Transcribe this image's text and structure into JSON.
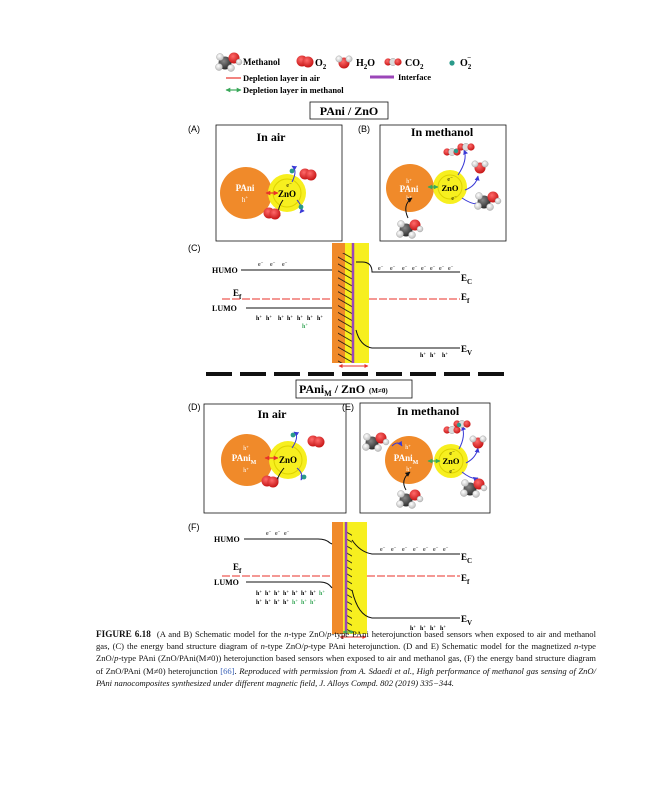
{
  "legend": {
    "methanol": "Methanol",
    "o2": "O",
    "o2_sub": "2",
    "h2o": "H",
    "h2o_sub": "2",
    "h2o_tail": "O",
    "co2": "CO",
    "co2_sub": "2",
    "o2minus": "O",
    "o2minus_sub": "2",
    "o2minus_sup": "−",
    "depletion_air": "Depletion layer in air",
    "depletion_methanol": "Depletion layer in methanol",
    "interface": "Interface"
  },
  "colors": {
    "pani": "#f08a2a",
    "zno": "#f7ef1f",
    "depletion_air": "#e8322a",
    "depletion_methanol": "#3aa85a",
    "interface": "#9b46b8",
    "arrow_blue": "#3a3ad6",
    "ref_blue": "#3a62b8"
  },
  "section1": {
    "title": "PAni / ZnO",
    "panel_a": {
      "label": "(A)",
      "heading": "In air",
      "pani": "PAni",
      "zno": "ZnO",
      "h": "h",
      "h_sup": "+",
      "e": "e",
      "e_sup": "−"
    },
    "panel_b": {
      "label": "(B)",
      "heading": "In methanol",
      "pani": "PAni",
      "zno": "ZnO",
      "h": "h",
      "h_sup": "+",
      "e": "e",
      "e_sup": "−"
    },
    "panel_c": {
      "label": "(C)",
      "humo": "HUMO",
      "ef": "E",
      "ef_sub": "f",
      "lumo": "LUMO",
      "ec": "E",
      "ec_sub": "C",
      "ef_right": "E",
      "ef_right_sub": "f",
      "ev": "E",
      "ev_sub": "V",
      "e": "e",
      "e_sup": "−",
      "h": "h",
      "h_sup": "+"
    }
  },
  "section2": {
    "title_main": "PAni",
    "title_sub": "M",
    "title_tail": " / ZnO",
    "title_cond": "(M≠0)",
    "panel_d": {
      "label": "(D)",
      "heading": "In air",
      "pani": "PAni",
      "pani_sub": "M",
      "zno": "ZnO",
      "h": "h",
      "h_sup": "+"
    },
    "panel_e": {
      "label": "(E)",
      "heading": "In methanol",
      "pani": "PAni",
      "pani_sub": "M",
      "zno": "ZnO",
      "h": "h",
      "h_sup": "+",
      "e": "e",
      "e_sup": "−"
    },
    "panel_f": {
      "label": "(F)",
      "humo": "HUMO",
      "ef": "E",
      "ef_sub": "f",
      "lumo": "LUMO",
      "ec": "E",
      "ec_sub": "C",
      "ef_right": "E",
      "ef_right_sub": "f",
      "ev": "E",
      "ev_sub": "V",
      "e": "e",
      "e_sup": "−",
      "h": "h",
      "h_sup": "+"
    }
  },
  "caption": {
    "figure": "FIGURE 6.18",
    "t1": "(A and B) Schematic model for the ",
    "n1": "n",
    "t2": "-type ZnO/",
    "p1": "p",
    "t3": "-type PAni heterojunction based sensors when exposed to air and methanol gas, (C) the energy band structure diagram of ",
    "n2": "n",
    "t4": "-type ZnO/",
    "p2": "p",
    "t5": "-type PAni heterojunction. (D and E) Schematic model for the magnetized ",
    "n3": "n",
    "t6": "-type ZnO/",
    "p3": "p",
    "t7": "-type PAni (ZnO/PAni(M≠0)) heterojunction based sensors when exposed to air and methanol gas, (F) the energy band structure diagram of ZnO/PAni (M≠0) heterojunction ",
    "ref": "[66]",
    "t8": ". ",
    "italic": "Reproduced with permission from A. Sdaedi et al., High performance of methanol gas sensing of ZnO/ PAni nanocomposites synthesized under different magnetic field, J. Alloys Compd. 802 (2019) 335−344."
  }
}
